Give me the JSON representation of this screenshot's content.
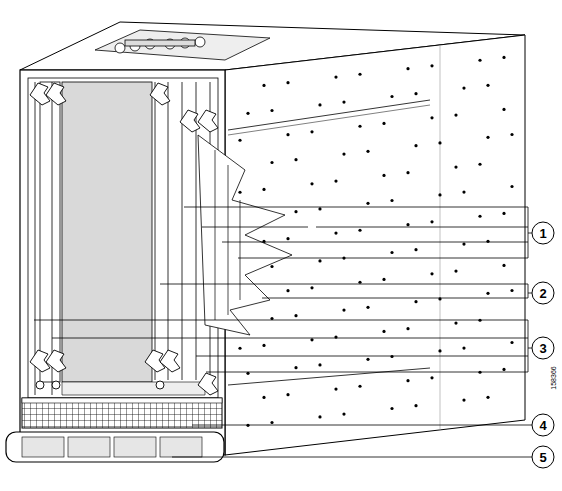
{
  "diagram": {
    "labels": [
      "1",
      "2",
      "3",
      "4",
      "5",
      "158366"
    ]
  }
}
